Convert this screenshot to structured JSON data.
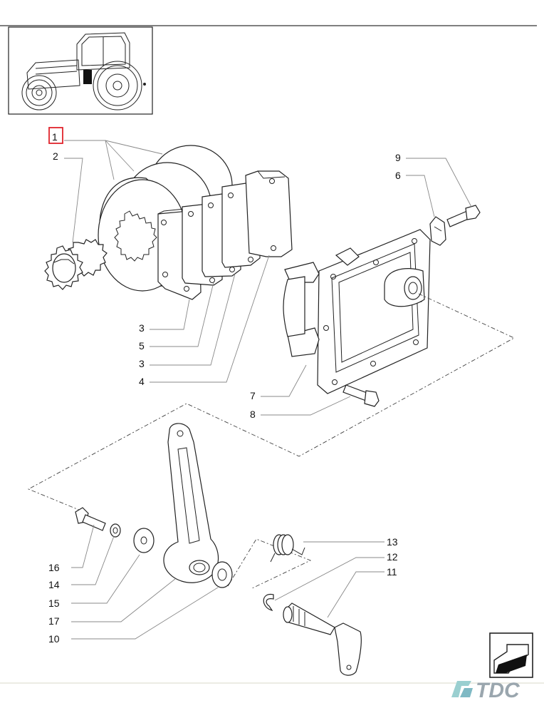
{
  "callouts": {
    "c1": "1",
    "c2": "2",
    "c3a": "3",
    "c5": "5",
    "c3b": "3",
    "c4": "4",
    "c9": "9",
    "c6": "6",
    "c7": "7",
    "c8": "8",
    "c13": "13",
    "c12": "12",
    "c11": "11",
    "c16": "16",
    "c14": "14",
    "c15": "15",
    "c17": "17",
    "c10": "10"
  },
  "highlight_color": "#e0242c",
  "logo": {
    "text": "TDC",
    "icon": "tdc-logo-icon"
  },
  "nav": {
    "icon": "next-page-arrow-icon"
  },
  "thumbnail": {
    "icon": "tractor-thumbnail-icon"
  }
}
